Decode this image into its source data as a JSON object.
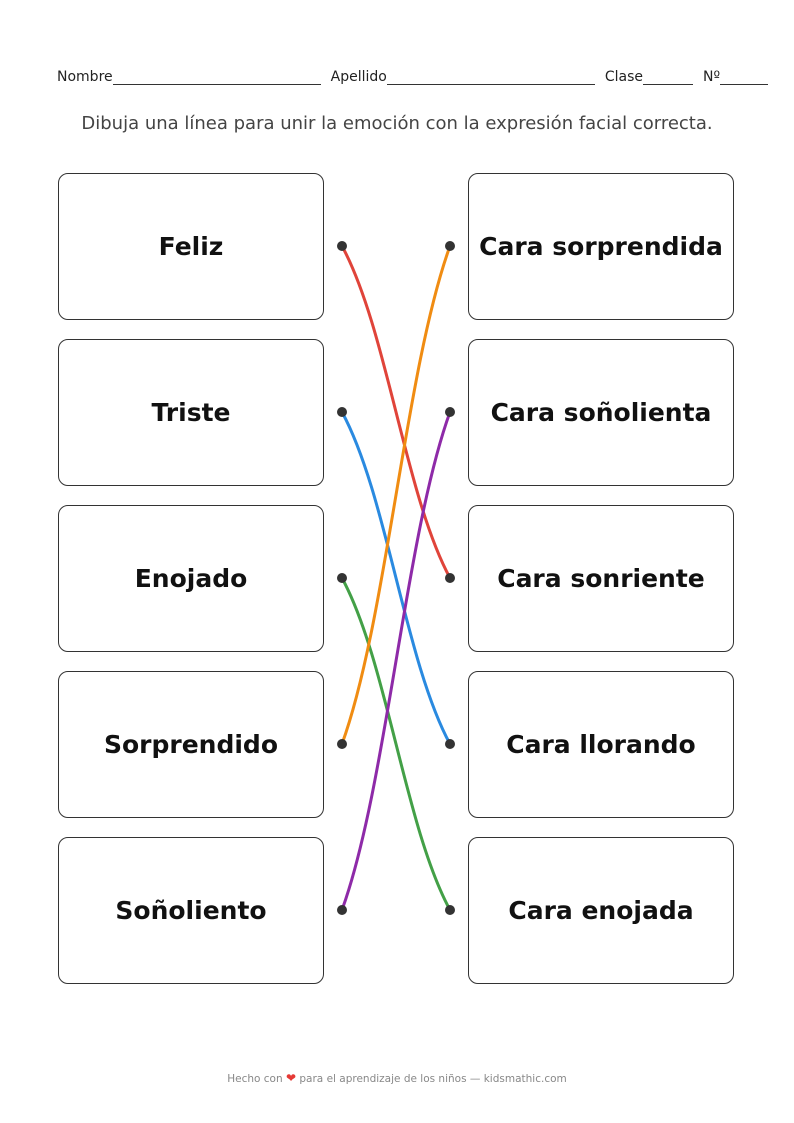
{
  "header": {
    "name_label": "Nombre",
    "surname_label": "Apellido",
    "class_label": "Clase",
    "number_label": "Nº"
  },
  "instruction": "Dibuja una línea para unir la emoción con la expresión facial correcta.",
  "left_items": [
    "Feliz",
    "Triste",
    "Enojado",
    "Sorprendido",
    "Soñoliento"
  ],
  "right_items": [
    "Cara sorprendida",
    "Cara soñolienta",
    "Cara sonriente",
    "Cara llorando",
    "Cara enojada"
  ],
  "connections": [
    {
      "from": 0,
      "to": 2,
      "color": "#e0443a"
    },
    {
      "from": 1,
      "to": 3,
      "color": "#2a8ae0"
    },
    {
      "from": 2,
      "to": 4,
      "color": "#43a047"
    },
    {
      "from": 3,
      "to": 0,
      "color": "#f08c12"
    },
    {
      "from": 4,
      "to": 1,
      "color": "#8e2aa8"
    }
  ],
  "footer": {
    "prefix": "Hecho con",
    "heart_icon": "heart-icon",
    "suffix": "para el aprendizaje de los niños — kidsmathic.com"
  }
}
